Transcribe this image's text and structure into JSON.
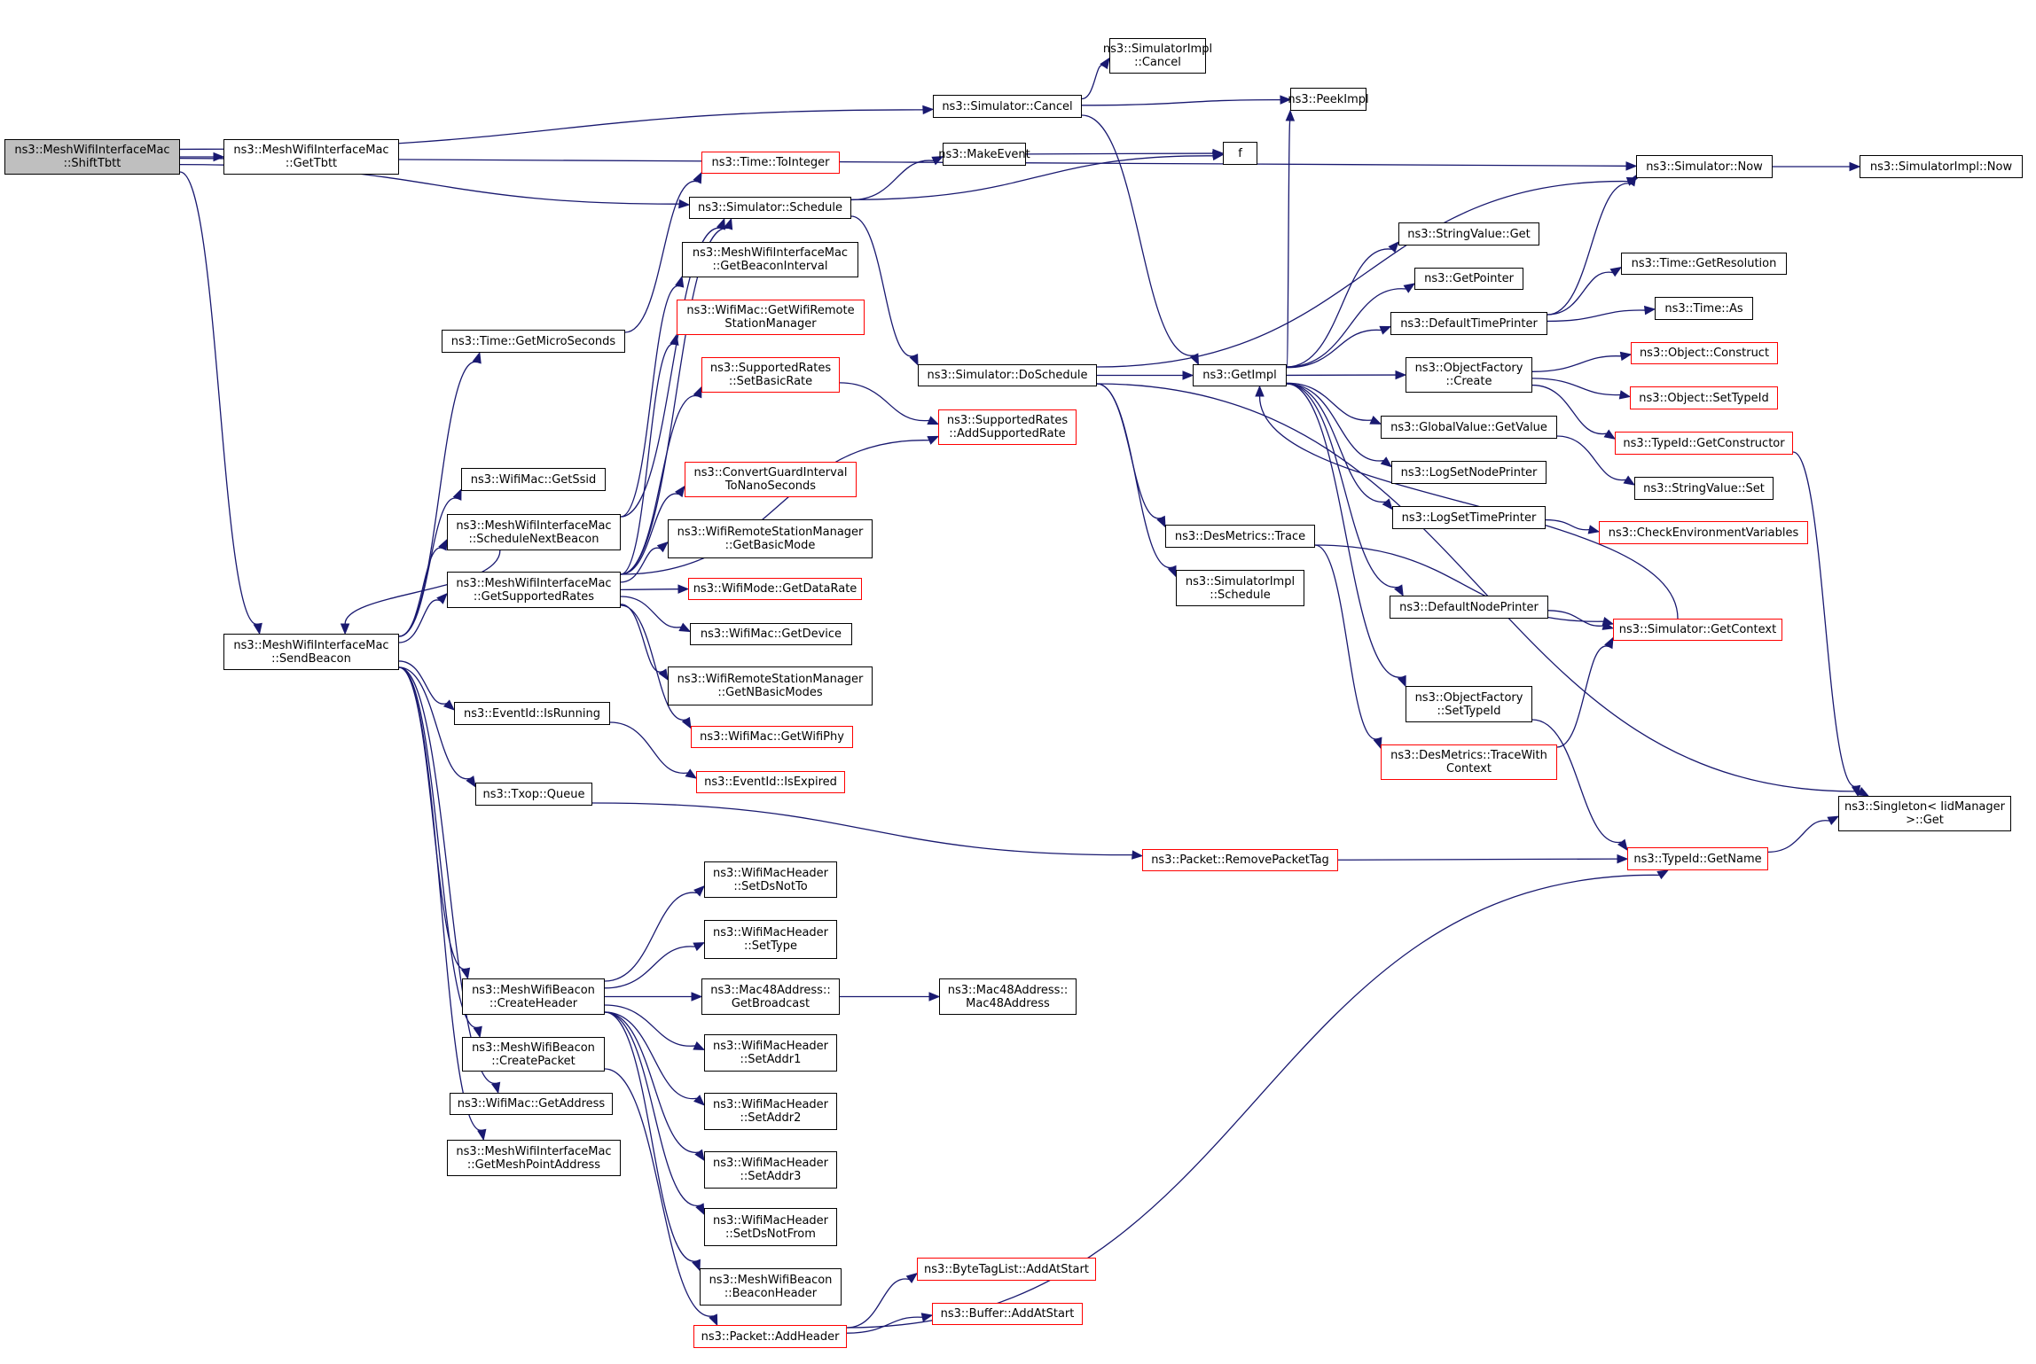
{
  "diagram": {
    "title": "Call graph of ns3::MeshWifiInterfaceMac::ShiftTbtt",
    "colors": {
      "edge": "#191970",
      "truncated_border": "#ff0000",
      "normal_border": "#000000",
      "root_fill": "#bfbfbf"
    },
    "nodes": [
      {
        "id": "shifttbtt",
        "label": "ns3::MeshWifiInterfaceMac\n::ShiftTbtt",
        "kind": "root"
      },
      {
        "id": "gettbtt",
        "label": "ns3::MeshWifiInterfaceMac\n::GetTbtt",
        "kind": "normal"
      },
      {
        "id": "sim_cancel",
        "label": "ns3::Simulator::Cancel",
        "kind": "normal"
      },
      {
        "id": "simimpl_cancel",
        "label": "ns3::SimulatorImpl\n::Cancel",
        "kind": "normal"
      },
      {
        "id": "peekimpl",
        "label": "ns3::PeekImpl",
        "kind": "normal"
      },
      {
        "id": "makeevent",
        "label": "ns3::MakeEvent",
        "kind": "normal"
      },
      {
        "id": "f",
        "label": "f",
        "kind": "normal"
      },
      {
        "id": "sim_now",
        "label": "ns3::Simulator::Now",
        "kind": "normal"
      },
      {
        "id": "simimpl_now",
        "label": "ns3::SimulatorImpl::Now",
        "kind": "normal"
      },
      {
        "id": "time_tointeger",
        "label": "ns3::Time::ToInteger",
        "kind": "truncated"
      },
      {
        "id": "sim_schedule",
        "label": "ns3::Simulator::Schedule",
        "kind": "normal"
      },
      {
        "id": "getbeaconinterval",
        "label": "ns3::MeshWifiInterfaceMac\n::GetBeaconInterval",
        "kind": "normal"
      },
      {
        "id": "getwifiremotestationmanager",
        "label": "ns3::WifiMac::GetWifiRemote\nStationManager",
        "kind": "truncated"
      },
      {
        "id": "setbasicrate",
        "label": "ns3::SupportedRates\n::SetBasicRate",
        "kind": "truncated"
      },
      {
        "id": "addsupportedrate",
        "label": "ns3::SupportedRates\n::AddSupportedRate",
        "kind": "truncated"
      },
      {
        "id": "time_getmicroseconds",
        "label": "ns3::Time::GetMicroSeconds",
        "kind": "normal"
      },
      {
        "id": "sim_doschedule",
        "label": "ns3::Simulator::DoSchedule",
        "kind": "normal"
      },
      {
        "id": "getimpl",
        "label": "ns3::GetImpl",
        "kind": "normal"
      },
      {
        "id": "stringvalue_get",
        "label": "ns3::StringValue::Get",
        "kind": "normal"
      },
      {
        "id": "getpointer",
        "label": "ns3::GetPointer",
        "kind": "normal"
      },
      {
        "id": "defaulttimeprinter",
        "label": "ns3::DefaultTimePrinter",
        "kind": "normal"
      },
      {
        "id": "time_getresolution",
        "label": "ns3::Time::GetResolution",
        "kind": "normal"
      },
      {
        "id": "time_as",
        "label": "ns3::Time::As",
        "kind": "normal"
      },
      {
        "id": "objectfactory_create",
        "label": "ns3::ObjectFactory\n::Create",
        "kind": "normal"
      },
      {
        "id": "object_construct",
        "label": "ns3::Object::Construct",
        "kind": "truncated"
      },
      {
        "id": "object_settypeid",
        "label": "ns3::Object::SetTypeId",
        "kind": "truncated"
      },
      {
        "id": "globalvalue_getvalue",
        "label": "ns3::GlobalValue::GetValue",
        "kind": "normal"
      },
      {
        "id": "typeid_getconstructor",
        "label": "ns3::TypeId::GetConstructor",
        "kind": "truncated"
      },
      {
        "id": "logsetnodeprinter",
        "label": "ns3::LogSetNodePrinter",
        "kind": "normal"
      },
      {
        "id": "stringvalue_set",
        "label": "ns3::StringValue::Set",
        "kind": "normal"
      },
      {
        "id": "logsettimeprinter",
        "label": "ns3::LogSetTimePrinter",
        "kind": "normal"
      },
      {
        "id": "checkenvironmentvariables",
        "label": "ns3::CheckEnvironmentVariables",
        "kind": "truncated"
      },
      {
        "id": "wifimac_getssid",
        "label": "ns3::WifiMac::GetSsid",
        "kind": "normal"
      },
      {
        "id": "convertguardinterval",
        "label": "ns3::ConvertGuardInterval\nToNanoSeconds",
        "kind": "truncated"
      },
      {
        "id": "schedulenextbeacon",
        "label": "ns3::MeshWifiInterfaceMac\n::ScheduleNextBeacon",
        "kind": "normal"
      },
      {
        "id": "getbasicmode",
        "label": "ns3::WifiRemoteStationManager\n::GetBasicMode",
        "kind": "normal"
      },
      {
        "id": "desmetrics_trace",
        "label": "ns3::DesMetrics::Trace",
        "kind": "normal"
      },
      {
        "id": "simimpl_schedule",
        "label": "ns3::SimulatorImpl\n::Schedule",
        "kind": "normal"
      },
      {
        "id": "getsupportedrates",
        "label": "ns3::MeshWifiInterfaceMac\n::GetSupportedRates",
        "kind": "normal"
      },
      {
        "id": "wifimode_getdatarate",
        "label": "ns3::WifiMode::GetDataRate",
        "kind": "truncated"
      },
      {
        "id": "defaultnodeprinter",
        "label": "ns3::DefaultNodePrinter",
        "kind": "normal"
      },
      {
        "id": "sim_getcontext",
        "label": "ns3::Simulator::GetContext",
        "kind": "truncated"
      },
      {
        "id": "wifimac_getdevice",
        "label": "ns3::WifiMac::GetDevice",
        "kind": "normal"
      },
      {
        "id": "sendbeacon",
        "label": "ns3::MeshWifiInterfaceMac\n::SendBeacon",
        "kind": "normal"
      },
      {
        "id": "getnbasicmodes",
        "label": "ns3::WifiRemoteStationManager\n::GetNBasicModes",
        "kind": "normal"
      },
      {
        "id": "objectfactory_settypeid",
        "label": "ns3::ObjectFactory\n::SetTypeId",
        "kind": "normal"
      },
      {
        "id": "eventid_isrunning",
        "label": "ns3::EventId::IsRunning",
        "kind": "normal"
      },
      {
        "id": "wifimac_getwifiphy",
        "label": "ns3::WifiMac::GetWifiPhy",
        "kind": "truncated"
      },
      {
        "id": "desmetrics_tracewithcontext",
        "label": "ns3::DesMetrics::TraceWith\nContext",
        "kind": "truncated"
      },
      {
        "id": "eventid_isexpired",
        "label": "ns3::EventId::IsExpired",
        "kind": "truncated"
      },
      {
        "id": "txop_queue",
        "label": "ns3::Txop::Queue",
        "kind": "normal"
      },
      {
        "id": "singleton_get",
        "label": "ns3::Singleton< IidManager\n>::Get",
        "kind": "normal"
      },
      {
        "id": "packet_removepackettag",
        "label": "ns3::Packet::RemovePacketTag",
        "kind": "truncated"
      },
      {
        "id": "typeid_getname",
        "label": "ns3::TypeId::GetName",
        "kind": "truncated"
      },
      {
        "id": "setdsnotto",
        "label": "ns3::WifiMacHeader\n::SetDsNotTo",
        "kind": "normal"
      },
      {
        "id": "settype",
        "label": "ns3::WifiMacHeader\n::SetType",
        "kind": "normal"
      },
      {
        "id": "createheader",
        "label": "ns3::MeshWifiBeacon\n::CreateHeader",
        "kind": "normal"
      },
      {
        "id": "getbroadcast",
        "label": "ns3::Mac48Address::\nGetBroadcast",
        "kind": "normal"
      },
      {
        "id": "mac48address",
        "label": "ns3::Mac48Address::\nMac48Address",
        "kind": "normal"
      },
      {
        "id": "setaddr1",
        "label": "ns3::WifiMacHeader\n::SetAddr1",
        "kind": "normal"
      },
      {
        "id": "createpacket",
        "label": "ns3::MeshWifiBeacon\n::CreatePacket",
        "kind": "normal"
      },
      {
        "id": "wifimac_getaddress",
        "label": "ns3::WifiMac::GetAddress",
        "kind": "normal"
      },
      {
        "id": "setaddr2",
        "label": "ns3::WifiMacHeader\n::SetAddr2",
        "kind": "normal"
      },
      {
        "id": "getmeshpointaddress",
        "label": "ns3::MeshWifiInterfaceMac\n::GetMeshPointAddress",
        "kind": "normal"
      },
      {
        "id": "setaddr3",
        "label": "ns3::WifiMacHeader\n::SetAddr3",
        "kind": "normal"
      },
      {
        "id": "setdsnotfrom",
        "label": "ns3::WifiMacHeader\n::SetDsNotFrom",
        "kind": "normal"
      },
      {
        "id": "beaconheader",
        "label": "ns3::MeshWifiBeacon\n::BeaconHeader",
        "kind": "normal"
      },
      {
        "id": "bytetaglist_addatstart",
        "label": "ns3::ByteTagList::AddAtStart",
        "kind": "truncated"
      },
      {
        "id": "buffer_addatstart",
        "label": "ns3::Buffer::AddAtStart",
        "kind": "truncated"
      },
      {
        "id": "packet_addheader",
        "label": "ns3::Packet::AddHeader",
        "kind": "truncated"
      }
    ],
    "edges": [
      [
        "shifttbtt",
        "gettbtt"
      ],
      [
        "shifttbtt",
        "sim_cancel"
      ],
      [
        "shifttbtt",
        "sim_schedule"
      ],
      [
        "shifttbtt",
        "sim_now"
      ],
      [
        "shifttbtt",
        "sendbeacon"
      ],
      [
        "sim_cancel",
        "simimpl_cancel"
      ],
      [
        "sim_cancel",
        "peekimpl"
      ],
      [
        "sim_cancel",
        "getimpl"
      ],
      [
        "sim_schedule",
        "makeevent"
      ],
      [
        "sim_schedule",
        "f"
      ],
      [
        "sim_schedule",
        "sim_doschedule"
      ],
      [
        "makeevent",
        "f"
      ],
      [
        "sim_now",
        "simimpl_now"
      ],
      [
        "sim_doschedule",
        "getimpl"
      ],
      [
        "sim_doschedule",
        "sim_now"
      ],
      [
        "sim_doschedule",
        "desmetrics_trace"
      ],
      [
        "sim_doschedule",
        "simimpl_schedule"
      ],
      [
        "sim_doschedule",
        "singleton_get"
      ],
      [
        "getimpl",
        "peekimpl"
      ],
      [
        "getimpl",
        "stringvalue_get"
      ],
      [
        "getimpl",
        "getpointer"
      ],
      [
        "getimpl",
        "defaulttimeprinter"
      ],
      [
        "getimpl",
        "objectfactory_create"
      ],
      [
        "getimpl",
        "globalvalue_getvalue"
      ],
      [
        "getimpl",
        "logsetnodeprinter"
      ],
      [
        "getimpl",
        "logsettimeprinter"
      ],
      [
        "getimpl",
        "defaultnodeprinter"
      ],
      [
        "getimpl",
        "objectfactory_settypeid"
      ],
      [
        "sim_getcontext",
        "getimpl"
      ],
      [
        "defaulttimeprinter",
        "sim_now"
      ],
      [
        "defaulttimeprinter",
        "time_getresolution"
      ],
      [
        "defaulttimeprinter",
        "time_as"
      ],
      [
        "objectfactory_create",
        "object_construct"
      ],
      [
        "objectfactory_create",
        "object_settypeid"
      ],
      [
        "objectfactory_create",
        "typeid_getconstructor"
      ],
      [
        "globalvalue_getvalue",
        "stringvalue_set"
      ],
      [
        "logsettimeprinter",
        "checkenvironmentvariables"
      ],
      [
        "defaultnodeprinter",
        "sim_getcontext"
      ],
      [
        "desmetrics_trace",
        "sim_getcontext"
      ],
      [
        "desmetrics_trace",
        "desmetrics_tracewithcontext"
      ],
      [
        "desmetrics_tracewithcontext",
        "sim_getcontext"
      ],
      [
        "objectfactory_settypeid",
        "typeid_getname"
      ],
      [
        "typeid_getconstructor",
        "singleton_get"
      ],
      [
        "typeid_getname",
        "singleton_get"
      ],
      [
        "packet_removepackettag",
        "typeid_getname"
      ],
      [
        "packet_addheader",
        "bytetaglist_addatstart"
      ],
      [
        "packet_addheader",
        "buffer_addatstart"
      ],
      [
        "packet_addheader",
        "typeid_getname"
      ],
      [
        "sendbeacon",
        "time_getmicroseconds"
      ],
      [
        "sendbeacon",
        "wifimac_getssid"
      ],
      [
        "sendbeacon",
        "schedulenextbeacon"
      ],
      [
        "sendbeacon",
        "getsupportedrates"
      ],
      [
        "sendbeacon",
        "eventid_isrunning"
      ],
      [
        "sendbeacon",
        "txop_queue"
      ],
      [
        "sendbeacon",
        "createheader"
      ],
      [
        "sendbeacon",
        "createpacket"
      ],
      [
        "sendbeacon",
        "wifimac_getaddress"
      ],
      [
        "sendbeacon",
        "getmeshpointaddress"
      ],
      [
        "time_getmicroseconds",
        "time_tointeger"
      ],
      [
        "schedulenextbeacon",
        "sim_schedule"
      ],
      [
        "schedulenextbeacon",
        "getbeaconinterval"
      ],
      [
        "schedulenextbeacon",
        "sendbeacon"
      ],
      [
        "getsupportedrates",
        "sim_schedule"
      ],
      [
        "getsupportedrates",
        "getwifiremotestationmanager"
      ],
      [
        "getsupportedrates",
        "setbasicrate"
      ],
      [
        "getsupportedrates",
        "addsupportedrate"
      ],
      [
        "getsupportedrates",
        "convertguardinterval"
      ],
      [
        "getsupportedrates",
        "getbasicmode"
      ],
      [
        "getsupportedrates",
        "wifimode_getdatarate"
      ],
      [
        "getsupportedrates",
        "wifimac_getdevice"
      ],
      [
        "getsupportedrates",
        "getnbasicmodes"
      ],
      [
        "getsupportedrates",
        "wifimac_getwifiphy"
      ],
      [
        "setbasicrate",
        "addsupportedrate"
      ],
      [
        "eventid_isrunning",
        "eventid_isexpired"
      ],
      [
        "txop_queue",
        "packet_removepackettag"
      ],
      [
        "createheader",
        "setdsnotto"
      ],
      [
        "createheader",
        "settype"
      ],
      [
        "createheader",
        "getbroadcast"
      ],
      [
        "createheader",
        "setaddr1"
      ],
      [
        "createheader",
        "setaddr2"
      ],
      [
        "createheader",
        "setaddr3"
      ],
      [
        "createheader",
        "setdsnotfrom"
      ],
      [
        "createheader",
        "beaconheader"
      ],
      [
        "getbroadcast",
        "mac48address"
      ],
      [
        "createpacket",
        "packet_addheader"
      ]
    ]
  }
}
